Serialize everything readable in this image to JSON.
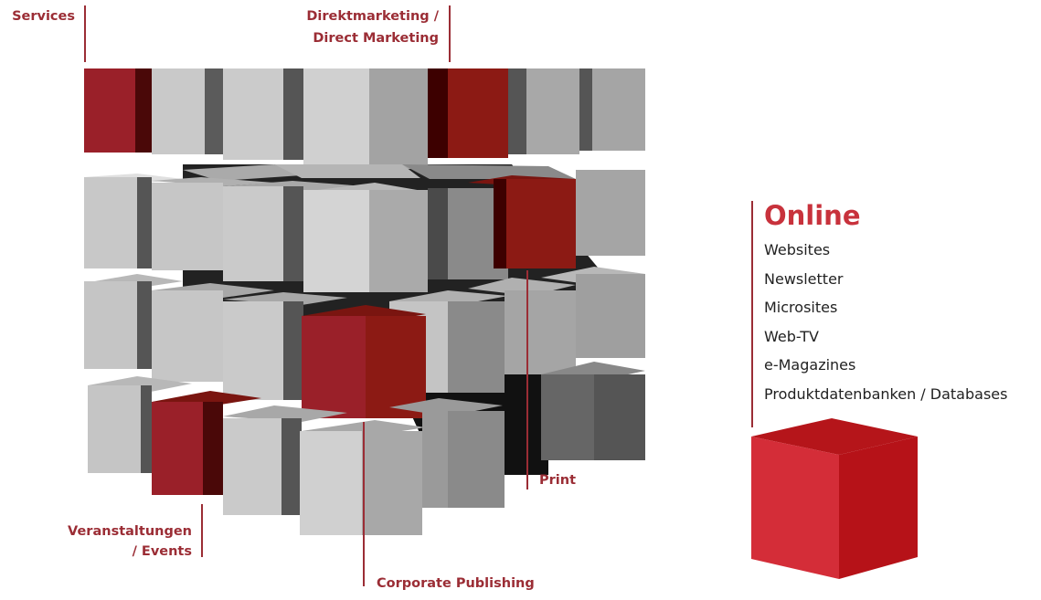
{
  "labels": {
    "services": "Services",
    "direktmarketing_line1": "Direktmarketing /",
    "direktmarketing_line2": "Direct Marketing",
    "print": "Print",
    "veranstaltungen_line1": "Veranstaltungen",
    "veranstaltungen_line2": "/ Events",
    "corporate_publishing": "Corporate Publishing"
  },
  "online": {
    "title": "Online",
    "items": [
      "Websites",
      "Newsletter",
      "Microsites",
      "Web-TV",
      "e-Magazines",
      "Produktdatenbanken / Databases"
    ]
  },
  "colors": {
    "accent_red": "#9b2d35",
    "online_title": "#c8323c",
    "cube_light": "#c8c8c8",
    "cube_dark": "#666666",
    "cube_red": "#9a2029"
  }
}
